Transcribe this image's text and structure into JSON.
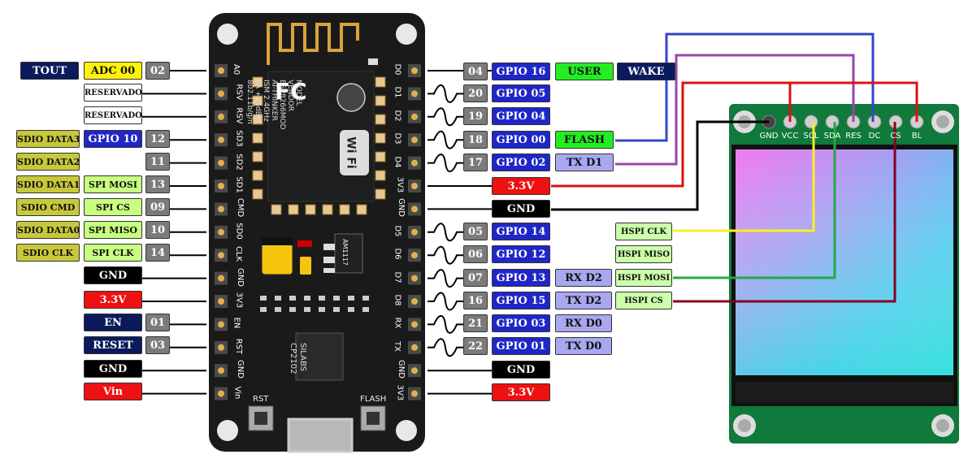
{
  "board": {
    "left_pins": [
      "A0",
      "RSV",
      "RSV",
      "SD3",
      "SD2",
      "SD1",
      "CMD",
      "SD0",
      "CLK",
      "GND",
      "3V3",
      "EN",
      "RST",
      "GND",
      "Vin"
    ],
    "right_pins": [
      "D0",
      "D1",
      "D2",
      "D3",
      "D4",
      "3V3",
      "GND",
      "D5",
      "D6",
      "D7",
      "D8",
      "RX",
      "TX",
      "GND",
      "3V3"
    ],
    "shield_lines": [
      "MODEL",
      "VENDOR",
      "ESP8266MOD",
      "AI-THINKER",
      "ISM 2.4GHz",
      "PA +25dBm",
      "802.11b/g/n"
    ],
    "fc_text": "FC",
    "wifi_text": "Wi Fi",
    "regulator_text": "AM1117",
    "usb_chip_lines": [
      "SILABS",
      "CP2102"
    ],
    "button_labels": {
      "rst": "RST",
      "flash": "FLASH"
    }
  },
  "left_labels": {
    "row0": {
      "tout": "TOUT",
      "adc": "ADC 00",
      "num": "02"
    },
    "row1": {
      "res": "RESERVADO"
    },
    "row2": {
      "res": "RESERVADO"
    },
    "row3": {
      "sdio": "SDIO DATA3",
      "gpio": "GPIO 10",
      "num": "12"
    },
    "row4": {
      "sdio": "SDIO DATA2",
      "num": "11"
    },
    "row5": {
      "sdio": "SDIO DATA1",
      "spi": "SPI MOSI",
      "num": "13"
    },
    "row6": {
      "sdio": "SDIO CMD",
      "spi": "SPI CS",
      "num": "09"
    },
    "row7": {
      "sdio": "SDIO DATA0",
      "spi": "SPI MISO",
      "num": "10"
    },
    "row8": {
      "sdio": "SDIO CLK",
      "spi": "SPI CLK",
      "num": "14"
    },
    "row9": {
      "power": "GND"
    },
    "row10": {
      "power": "3.3V"
    },
    "row11": {
      "name": "EN",
      "num": "01"
    },
    "row12": {
      "name": "RESET",
      "num": "03"
    },
    "row13": {
      "power": "GND"
    },
    "row14": {
      "power": "Vin"
    }
  },
  "right_labels": {
    "row0": {
      "num": "04",
      "gpio": "GPIO 16",
      "extra1": "USER",
      "extra2": "WAKE"
    },
    "row1": {
      "num": "20",
      "gpio": "GPIO 05"
    },
    "row2": {
      "num": "19",
      "gpio": "GPIO 04"
    },
    "row3": {
      "num": "18",
      "gpio": "GPIO 00",
      "extra1": "FLASH"
    },
    "row4": {
      "num": "17",
      "gpio": "GPIO 02",
      "extra1": "TX D1"
    },
    "row5": {
      "power": "3.3V"
    },
    "row6": {
      "power": "GND"
    },
    "row7": {
      "num": "05",
      "gpio": "GPIO 14",
      "hspi": "HSPI CLK"
    },
    "row8": {
      "num": "06",
      "gpio": "GPIO 12",
      "hspi": "HSPI MISO"
    },
    "row9": {
      "num": "07",
      "gpio": "GPIO 13",
      "extra1": "RX D2",
      "hspi": "HSPI MOSI"
    },
    "row10": {
      "num": "16",
      "gpio": "GPIO 15",
      "extra1": "TX D2",
      "hspi": "HSPI CS"
    },
    "row11": {
      "num": "21",
      "gpio": "GPIO 03",
      "extra1": "RX D0"
    },
    "row12": {
      "num": "22",
      "gpio": "GPIO 01",
      "extra1": "TX D0"
    },
    "row13": {
      "power": "GND"
    },
    "row14": {
      "power": "3.3V"
    }
  },
  "lcd": {
    "pins": [
      "GND",
      "VCC",
      "SCL",
      "SDA",
      "RES",
      "DC",
      "CS",
      "BL"
    ]
  },
  "colors": {
    "board": "#1a1a1a",
    "wire_blue": "#3344cc",
    "wire_purple": "#9944aa",
    "wire_red": "#dd1111",
    "wire_black": "#000000",
    "wire_yellow": "#ffee22",
    "wire_green": "#22aa44",
    "wire_darkred": "#880022",
    "lcd_pcb": "#0f7a3c"
  }
}
